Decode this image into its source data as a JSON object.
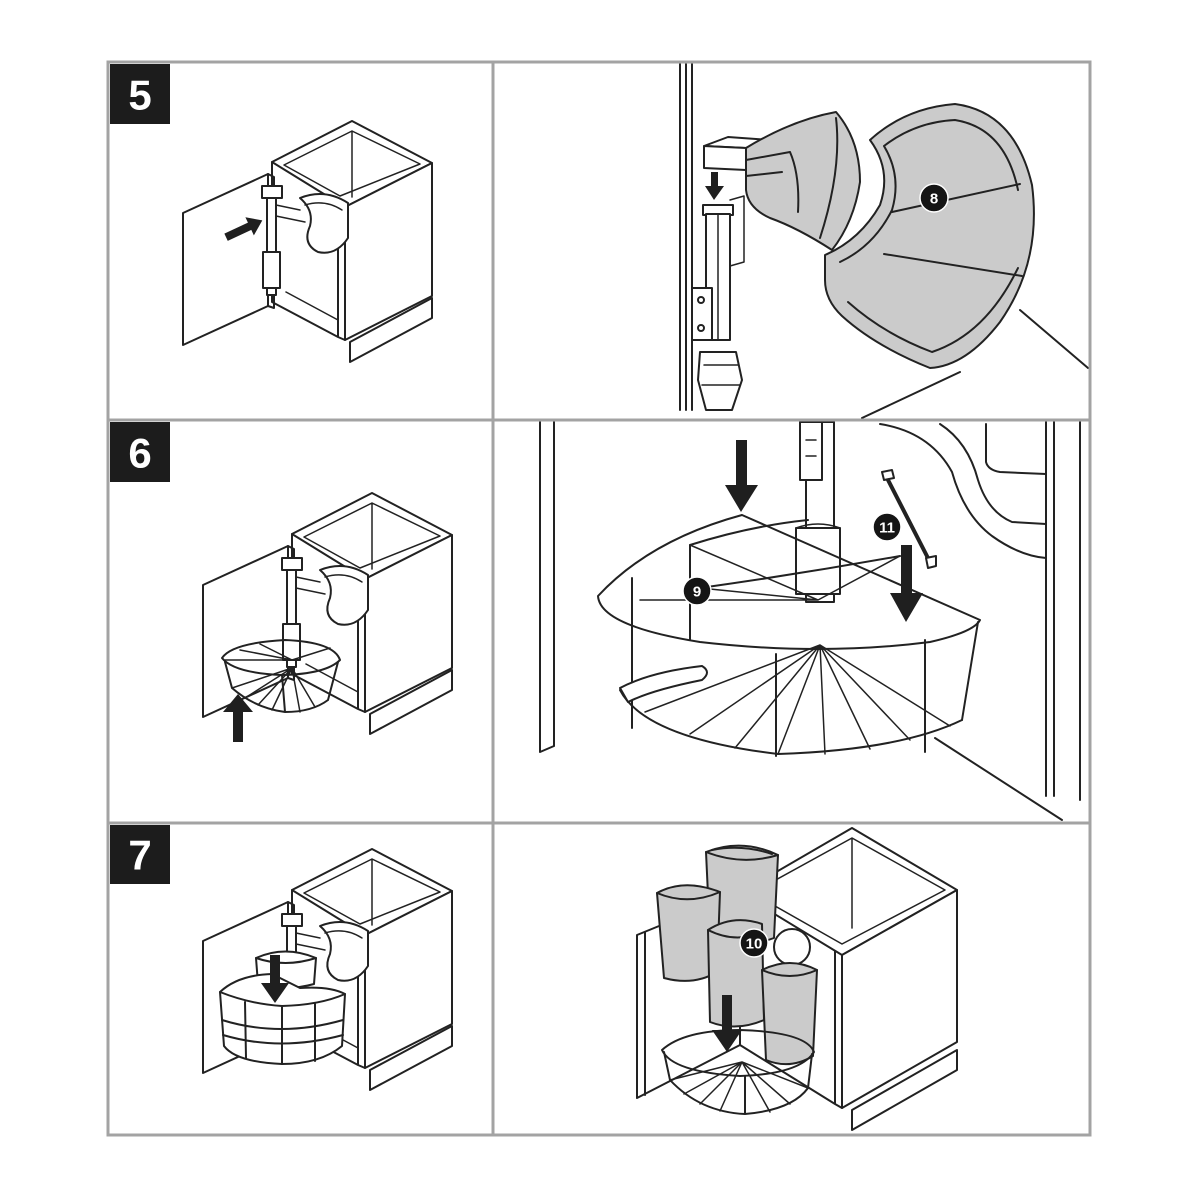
{
  "steps": {
    "step_5": "5",
    "step_6": "6",
    "step_7": "7"
  },
  "callouts": {
    "part_8": "8",
    "part_9": "9",
    "part_10": "10",
    "part_11": "11"
  },
  "colors": {
    "label_background": "#1c1c1c",
    "label_text": "#ffffff",
    "line": "#222222",
    "part_fill": "#cbcbcb",
    "grid_border": "#a3a3a3"
  }
}
